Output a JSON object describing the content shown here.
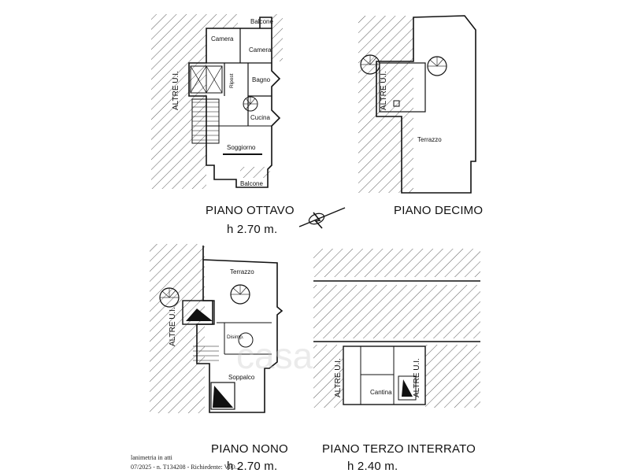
{
  "plans": [
    {
      "title": "PIANO OTTAVO",
      "height": "h 2.70 m.",
      "rooms": [
        "Camera",
        "Camera",
        "Balcone",
        "Bagno",
        "Cucina",
        "Soggiorno",
        "Balcone",
        "Ripost"
      ],
      "side_label": "ALTRE U.I."
    },
    {
      "title": "PIANO DECIMO",
      "rooms": [
        "Terrazzo"
      ],
      "side_label": "ALTRE U.I."
    },
    {
      "title": "PIANO NONO",
      "height": "h 2.70 m.",
      "rooms": [
        "Terrazzo",
        "Disimp.",
        "Soppalco"
      ],
      "side_label": "ALTRE U.I."
    },
    {
      "title": "PIANO TERZO INTERRATO",
      "height": "h 2.40 m.",
      "rooms": [
        "Cantina"
      ],
      "side_labels": [
        "ALTRE U.I.",
        "ALTRE U.I."
      ]
    }
  ],
  "footer": {
    "line1": "lanimetria in atti",
    "line2": "07/2025 - n. T134208 - Richiedente: VIO..."
  },
  "watermark": "casa"
}
